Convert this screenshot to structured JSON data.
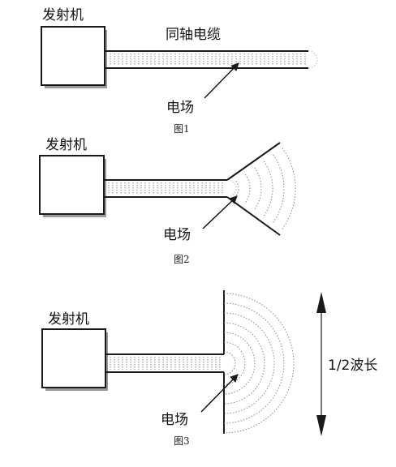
{
  "figures": [
    {
      "caption": "图1",
      "transmitter_label": "发射机",
      "cable_label": "同轴电缆",
      "field_label": "电场"
    },
    {
      "caption": "图2",
      "transmitter_label": "发射机",
      "field_label": "电场"
    },
    {
      "caption": "图3",
      "transmitter_label": "发射机",
      "field_label": "电场",
      "dimension_label": "1/2波长"
    }
  ],
  "colors": {
    "line": "#1a1a1a",
    "box_shadow": "#9a9a9a",
    "field_lines": "#8a8a8a"
  }
}
